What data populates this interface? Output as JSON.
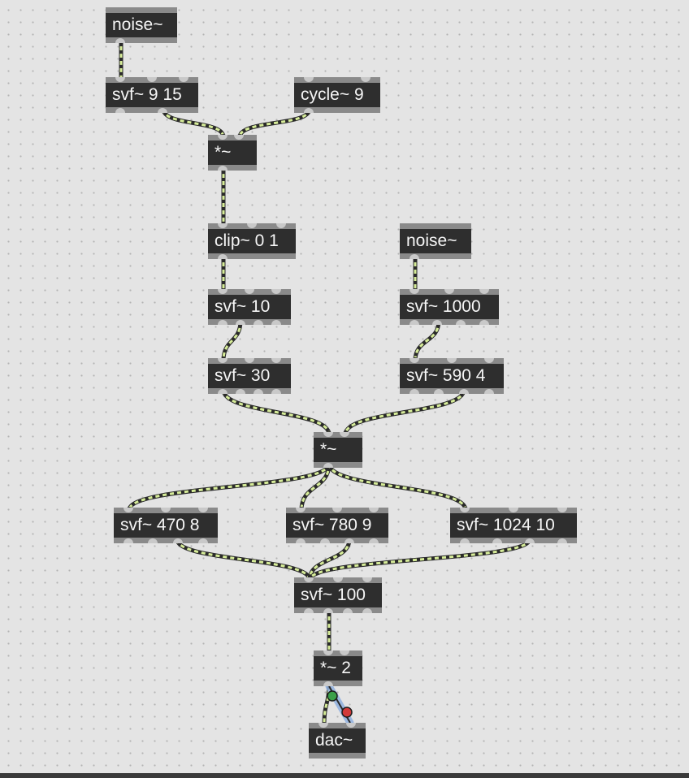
{
  "colors": {
    "canvas_background": "#e4e4e4",
    "grid_dot": "#b4b4b4",
    "object_fill": "#2e2e2e",
    "object_border": "#8a8a8a",
    "object_text": "#f6f6f6",
    "signal_cord_dash": "#d6ec98",
    "signal_cord_base": "#2a2a2a",
    "selected_cord": "#8fb0e0",
    "cord_point_start": "#3aa04a",
    "cord_point_end": "#d23a3a"
  },
  "objects": {
    "noise_1": "noise~",
    "svf_9_15": "svf~ 9 15",
    "cycle_9": "cycle~ 9",
    "mul_1": "*~",
    "clip": "clip~ 0 1",
    "noise_2": "noise~",
    "svf_10": "svf~ 10",
    "svf_1000": "svf~ 1000",
    "svf_30": "svf~ 30",
    "svf_590_4": "svf~ 590 4",
    "mul_2": "*~",
    "svf_470_8": "svf~ 470 8",
    "svf_780_9": "svf~ 780 9",
    "svf_1024_10": "svf~ 1024 10",
    "svf_100": "svf~ 100",
    "mul_3": "*~ 2",
    "dac": "dac~"
  }
}
